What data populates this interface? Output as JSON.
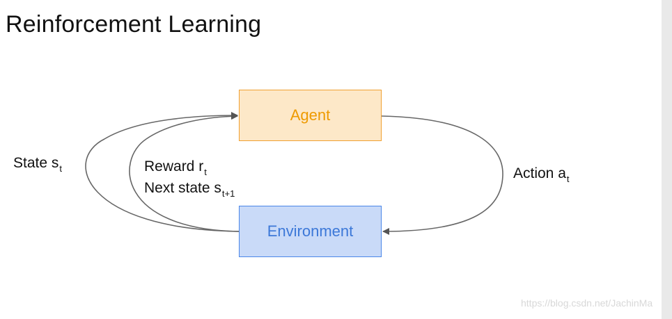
{
  "title": "Reinforcement Learning",
  "nodes": {
    "agent": "Agent",
    "environment": "Environment"
  },
  "labels": {
    "state": {
      "text": "State s",
      "sub": "t"
    },
    "reward": {
      "text": "Reward r",
      "sub": "t"
    },
    "next_state": {
      "text": "Next state s",
      "sub": "t+1"
    },
    "action": {
      "text": "Action a",
      "sub": "t"
    }
  },
  "watermark": "https://blog.csdn.net/JachinMa",
  "colors": {
    "agent_fill": "#fde8c8",
    "agent_border": "#f0a030",
    "agent_text": "#ee9a00",
    "env_fill": "#c9daf8",
    "env_border": "#4a86e8",
    "env_text": "#3c78d8",
    "arrow": "#666666"
  }
}
